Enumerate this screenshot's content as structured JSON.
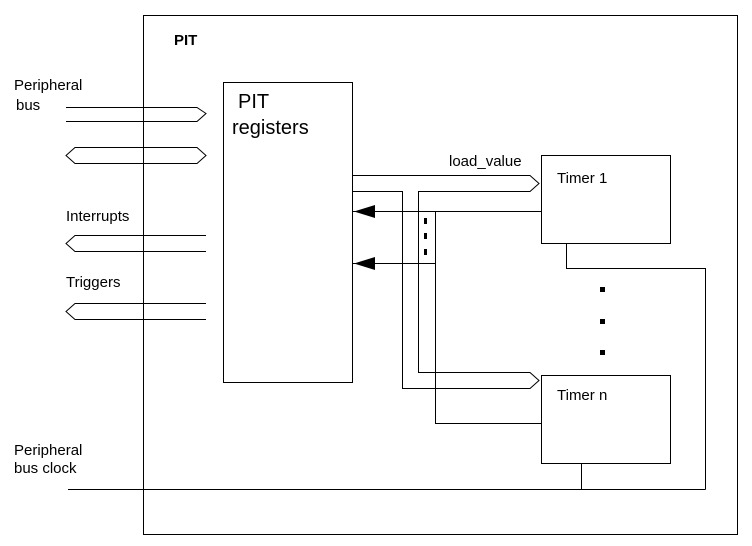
{
  "diagram": {
    "block_title": "PIT",
    "registers_line1": "PIT",
    "registers_line2": "registers",
    "signals": {
      "peripheral_bus_line1": "Peripheral",
      "peripheral_bus_line2": "bus",
      "interrupts": "Interrupts",
      "triggers": "Triggers",
      "bus_clock_line1": "Peripheral",
      "bus_clock_line2": "bus clock",
      "load_value": "load_value"
    },
    "timers": {
      "first": "Timer 1",
      "last": "Timer n"
    }
  }
}
